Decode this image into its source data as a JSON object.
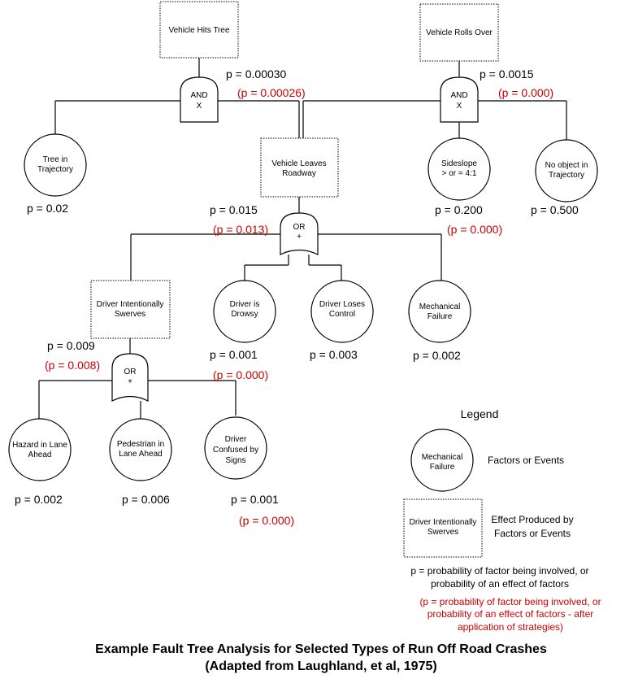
{
  "nodes": {
    "vehicle_hits_tree": "Vehicle Hits Tree",
    "vehicle_rolls_over": "Vehicle Rolls Over",
    "tree_in_trajectory": [
      "Tree in",
      "Trajectory"
    ],
    "vehicle_leaves_roadway": [
      "Vehicle Leaves",
      "Roadway"
    ],
    "sideslope": [
      "Sideslope",
      "> or = 4:1"
    ],
    "no_object": [
      "No object in",
      "Trajectory"
    ],
    "driver_swerves": [
      "Driver Intentionally",
      "Swerves"
    ],
    "driver_drowsy": [
      "Driver is",
      "Drowsy"
    ],
    "driver_loses_control": [
      "Driver Loses",
      "Control"
    ],
    "mechanical_failure": [
      "Mechanical",
      "Failure"
    ],
    "hazard_in_lane": [
      "Hazard in Lane",
      "Ahead"
    ],
    "pedestrian": [
      "Pedestrian in",
      "Lane Ahead"
    ],
    "driver_confused": [
      "Driver",
      "Confused by",
      "Signs"
    ]
  },
  "gates": {
    "and_left": [
      "AND",
      "X"
    ],
    "and_right": [
      "AND",
      "X"
    ],
    "or_middle": [
      "OR",
      "+"
    ],
    "or_lower": [
      "OR",
      "+"
    ]
  },
  "probabilities": {
    "hits_tree": "p = 0.00030",
    "hits_tree_after": "(p = 0.00026)",
    "rolls_over": "p = 0.0015",
    "rolls_over_after": "(p = 0.000)",
    "tree_in_trajectory": "p = 0.02",
    "leaves_roadway": "p = 0.015",
    "leaves_roadway_after": "(p = 0.013)",
    "sideslope": "p = 0.200",
    "sideslope_after": "(p = 0.000)",
    "no_object": "p = 0.500",
    "driver_swerves": "p = 0.009",
    "driver_swerves_after": "(p = 0.008)",
    "drowsy": "p = 0.001",
    "drowsy_after": "(p = 0.000)",
    "loses_control": "p = 0.003",
    "mechanical": "p = 0.002",
    "hazard": "p = 0.002",
    "pedestrian": "p = 0.006",
    "confused": "p = 0.001",
    "confused_after": "(p = 0.000)"
  },
  "legend": {
    "title": "Legend",
    "circle_example": [
      "Mechanical",
      "Failure"
    ],
    "circle_desc": "Factors or Events",
    "box_example": [
      "Driver Intentionally",
      "Swerves"
    ],
    "box_desc": [
      "Effect Produced by",
      "Factors or Events"
    ],
    "p_desc": [
      "p = probability of factor being involved, or",
      "probability of an effect of factors"
    ],
    "p_after_desc": [
      "(p = probability of factor being involved, or",
      "probability of an effect of factors - after",
      "application of strategies)"
    ]
  },
  "caption": [
    "Example Fault Tree Analysis for Selected Types of Run Off Road Crashes",
    "(Adapted from Laughland, et al, 1975)"
  ],
  "colors": {
    "after_strategy": "#cc0000",
    "lines": "#000000"
  }
}
